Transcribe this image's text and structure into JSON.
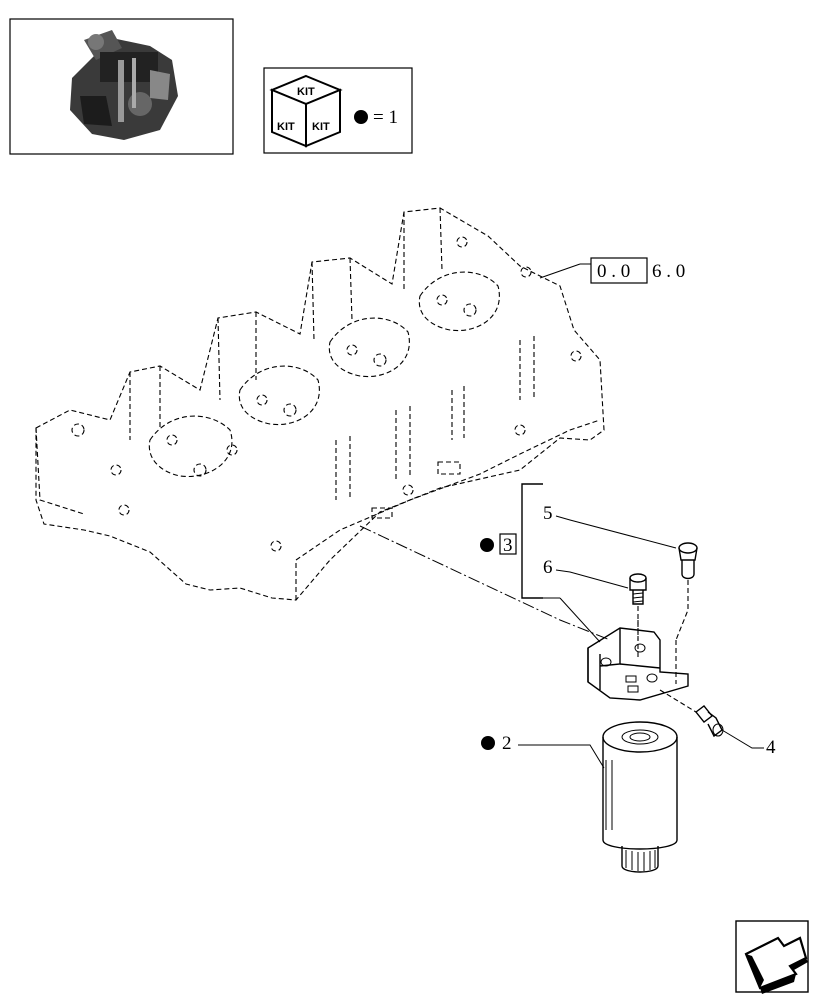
{
  "legend": {
    "kit_top": "KIT",
    "kit_left": "KIT",
    "kit_right": "KIT",
    "equals": "= 1"
  },
  "reference": {
    "boxed": "0 . 0",
    "rest": "6 . 0"
  },
  "callouts": {
    "c5": "5",
    "c6": "6",
    "c3": "3",
    "c4": "4",
    "c2": "2"
  },
  "icons": [
    "engine-thumbnail-icon",
    "kit-cube-icon",
    "kit-dot-icon",
    "next-page-arrow-icon"
  ]
}
